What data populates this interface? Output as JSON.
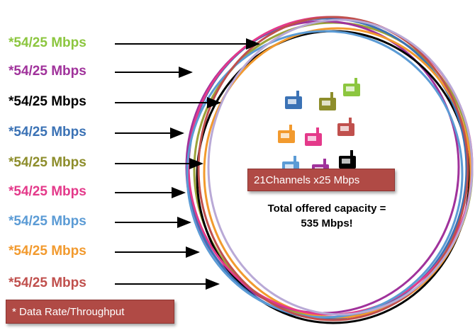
{
  "rate_labels": [
    {
      "text": "*54/25 Mbps",
      "color": "#8cc63f"
    },
    {
      "text": "*54/25 Mbps",
      "color": "#a0329b"
    },
    {
      "text": "*54/25 Mbps",
      "color": "#000000"
    },
    {
      "text": "*54/25 Mbps",
      "color": "#3b72b5"
    },
    {
      "text": "*54/25 Mbps",
      "color": "#8d8d2b"
    },
    {
      "text": "*54/25 Mbps",
      "color": "#e4398a"
    },
    {
      "text": "*54/25 Mbps",
      "color": "#5b9bd5"
    },
    {
      "text": "*54/25 Mbps",
      "color": "#f29a2e"
    },
    {
      "text": "*54/25 Mbps",
      "color": "#c0504d"
    }
  ],
  "channels_caption": "21Channels x25 Mbps",
  "capacity_line1": "Total offered capacity =",
  "capacity_line2": "535 Mbps!",
  "footnote": "* Data Rate/Throughput",
  "colors": {
    "caption_box": "#b04a45",
    "circles": [
      "#9aa33a",
      "#a0329b",
      "#000000",
      "#3b72b5",
      "#f29a2e",
      "#e4398a",
      "#5b9bd5",
      "#c0504d",
      "#b9a9d6"
    ]
  },
  "icons": {
    "device_icon": "radio-modem-icon",
    "device_colors": [
      "#3b72b5",
      "#8d8d2b",
      "#8cc63f",
      "#f29a2e",
      "#e4398a",
      "#c0504d",
      "#5b9bd5",
      "#a0329b",
      "#000000"
    ]
  }
}
